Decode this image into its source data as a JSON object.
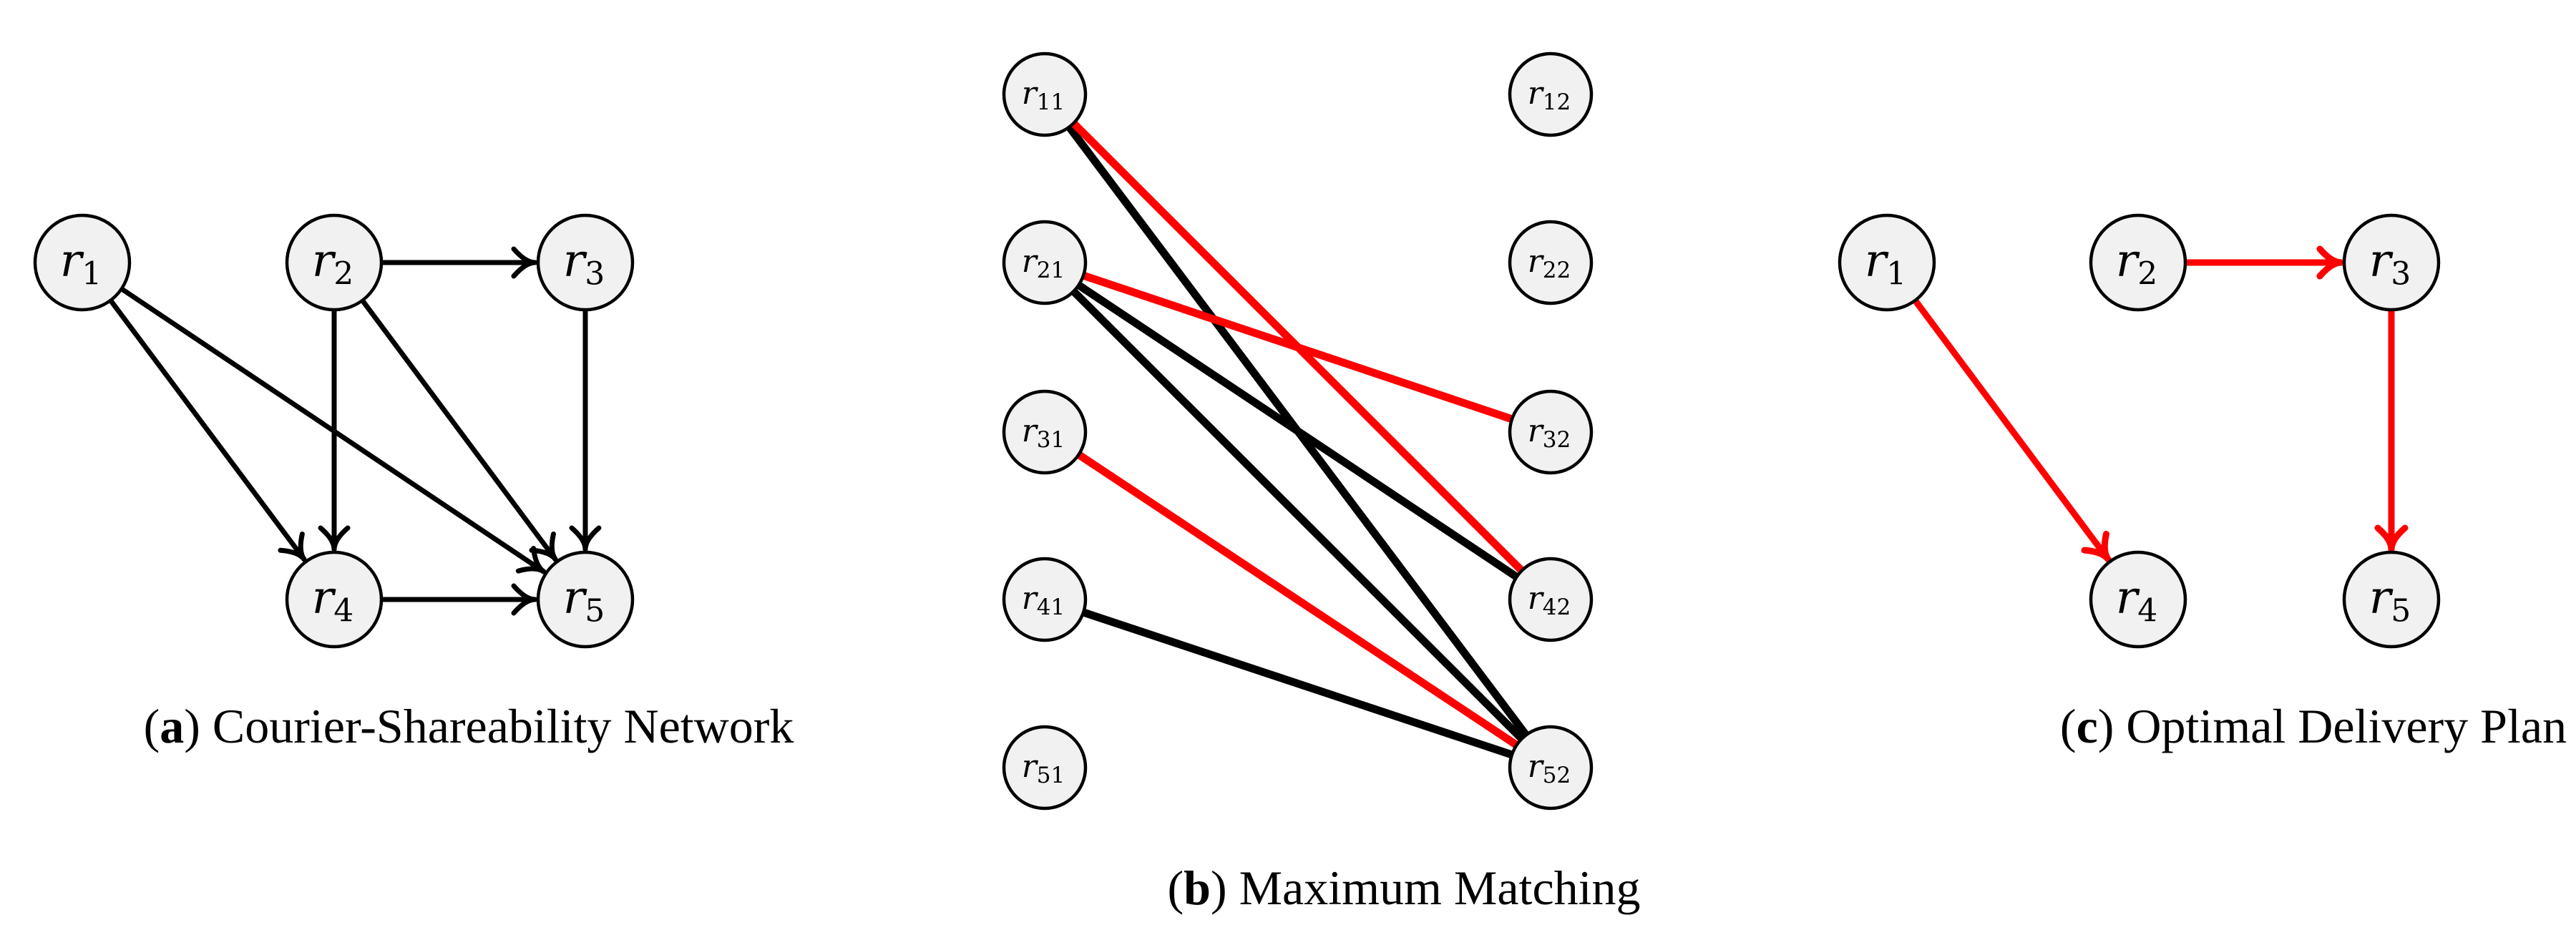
{
  "panels": {
    "a": {
      "caption": {
        "letter": "a",
        "text": "Courier-Shareability Network"
      },
      "nodes": [
        {
          "id": "r1",
          "base": "r",
          "sub": "1"
        },
        {
          "id": "r2",
          "base": "r",
          "sub": "2"
        },
        {
          "id": "r3",
          "base": "r",
          "sub": "3"
        },
        {
          "id": "r4",
          "base": "r",
          "sub": "4"
        },
        {
          "id": "r5",
          "base": "r",
          "sub": "5"
        }
      ],
      "edges": [
        {
          "from": "r2",
          "to": "r3",
          "color": "black",
          "directed": true
        },
        {
          "from": "r1",
          "to": "r4",
          "color": "black",
          "directed": true
        },
        {
          "from": "r1",
          "to": "r5",
          "color": "black",
          "directed": true
        },
        {
          "from": "r2",
          "to": "r4",
          "color": "black",
          "directed": true
        },
        {
          "from": "r2",
          "to": "r5",
          "color": "black",
          "directed": true
        },
        {
          "from": "r3",
          "to": "r5",
          "color": "black",
          "directed": true
        },
        {
          "from": "r4",
          "to": "r5",
          "color": "black",
          "directed": true
        }
      ]
    },
    "b": {
      "caption": {
        "letter": "b",
        "text": "Maximum Matching"
      },
      "nodes": [
        {
          "id": "r11",
          "base": "r",
          "sub": "11"
        },
        {
          "id": "r21",
          "base": "r",
          "sub": "21"
        },
        {
          "id": "r31",
          "base": "r",
          "sub": "31"
        },
        {
          "id": "r41",
          "base": "r",
          "sub": "41"
        },
        {
          "id": "r51",
          "base": "r",
          "sub": "51"
        },
        {
          "id": "r12",
          "base": "r",
          "sub": "12"
        },
        {
          "id": "r22",
          "base": "r",
          "sub": "22"
        },
        {
          "id": "r32",
          "base": "r",
          "sub": "32"
        },
        {
          "id": "r42",
          "base": "r",
          "sub": "42"
        },
        {
          "id": "r52",
          "base": "r",
          "sub": "52"
        }
      ],
      "edges": [
        {
          "from": "r11",
          "to": "r52",
          "color": "black",
          "directed": false
        },
        {
          "from": "r21",
          "to": "r42",
          "color": "black",
          "directed": false
        },
        {
          "from": "r21",
          "to": "r52",
          "color": "black",
          "directed": false
        },
        {
          "from": "r41",
          "to": "r52",
          "color": "black",
          "directed": false
        },
        {
          "from": "r11",
          "to": "r42",
          "color": "red",
          "directed": false
        },
        {
          "from": "r21",
          "to": "r32",
          "color": "red",
          "directed": false
        },
        {
          "from": "r31",
          "to": "r52",
          "color": "red",
          "directed": false
        }
      ]
    },
    "c": {
      "caption": {
        "letter": "c",
        "text": "Optimal Delivery Plan"
      },
      "nodes": [
        {
          "id": "r1",
          "base": "r",
          "sub": "1"
        },
        {
          "id": "r2",
          "base": "r",
          "sub": "2"
        },
        {
          "id": "r3",
          "base": "r",
          "sub": "3"
        },
        {
          "id": "r4",
          "base": "r",
          "sub": "4"
        },
        {
          "id": "r5",
          "base": "r",
          "sub": "5"
        }
      ],
      "edges": [
        {
          "from": "r1",
          "to": "r4",
          "color": "red",
          "directed": true
        },
        {
          "from": "r2",
          "to": "r3",
          "color": "red",
          "directed": true
        },
        {
          "from": "r3",
          "to": "r5",
          "color": "red",
          "directed": true
        }
      ]
    }
  },
  "colors": {
    "black": "#000000",
    "red": "#ff0000",
    "node_fill": "#f1f1f1"
  }
}
